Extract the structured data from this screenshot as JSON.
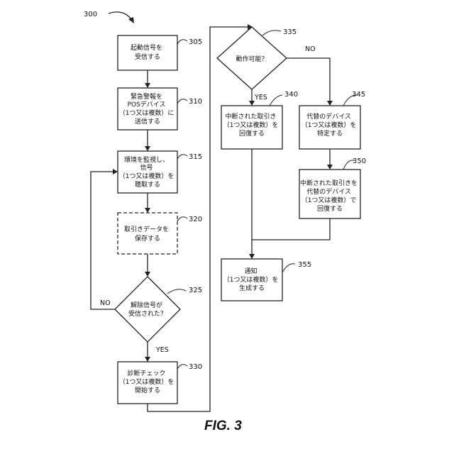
{
  "figure": {
    "number": "300",
    "caption": "FIG. 3"
  },
  "steps": {
    "s305": {
      "ref": "305",
      "lines": [
        "起動信号を",
        "受信する"
      ]
    },
    "s310": {
      "ref": "310",
      "lines": [
        "緊急警報を",
        "POSデバイス",
        "（1つ又は複数）に",
        "送信する"
      ]
    },
    "s315": {
      "ref": "315",
      "lines": [
        "環境を監視し、",
        "信号",
        "（1つ又は複数）を",
        "聴取する"
      ]
    },
    "s320": {
      "ref": "320",
      "lines": [
        "取引きデータを",
        "保存する"
      ]
    },
    "s325": {
      "ref": "325",
      "lines": [
        "解除信号が",
        "受信された？"
      ]
    },
    "s330": {
      "ref": "330",
      "lines": [
        "診断チェック",
        "（1つ又は複数）を",
        "開始する"
      ]
    },
    "s335": {
      "ref": "335",
      "lines": [
        "動作可能？"
      ]
    },
    "s340": {
      "ref": "340",
      "lines": [
        "中断された取引き",
        "（1つ又は複数）を",
        "回復する"
      ]
    },
    "s345": {
      "ref": "345",
      "lines": [
        "代替のデバイス",
        "（1つ又は複数）を",
        "特定する"
      ]
    },
    "s350": {
      "ref": "350",
      "lines": [
        "中断された取引きを",
        "代替のデバイス",
        "（1つ又は複数）で",
        "回復する"
      ]
    },
    "s355": {
      "ref": "355",
      "lines": [
        "通知",
        "（1つ又は複数）を",
        "生成する"
      ]
    }
  },
  "branches": {
    "s325_no": "NO",
    "s325_yes": "YES",
    "s335_no": "NO",
    "s335_yes": "YES"
  }
}
